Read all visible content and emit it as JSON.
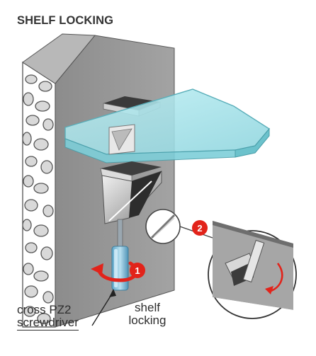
{
  "header": {
    "title": "SHELF LOCKING"
  },
  "steps": [
    {
      "number": "1"
    },
    {
      "number": "2"
    }
  ],
  "labels": {
    "tool_line1": "cross PZ2",
    "tool_line2": "screwdriver",
    "action_line1": "shelf",
    "action_line2": "locking"
  },
  "colors": {
    "accent": "#e2231a",
    "wall": "#9a9a9a",
    "glass": "#a9e3ea",
    "text": "#333333"
  },
  "icons": [
    "rotation-arrow-icon",
    "screwdriver-icon",
    "shelf-bracket-icon"
  ]
}
